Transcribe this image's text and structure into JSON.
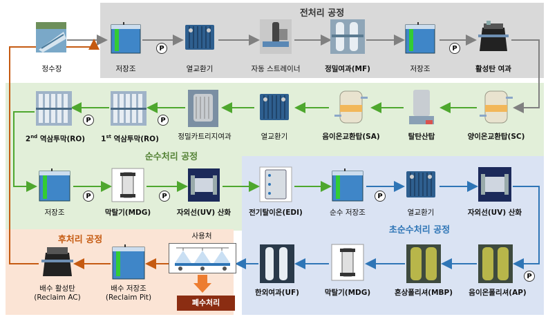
{
  "sections": {
    "pre": "전처리 공정",
    "pure": "순수처리 공정",
    "ultra": "초순수처리 공정",
    "post": "후처리 공정"
  },
  "pump_symbol": "P",
  "colors": {
    "pre": "#d9d9d9",
    "pure": "#e2efd9",
    "ultra": "#dae3f3",
    "post": "#fbe4d5",
    "arrow_gray": "#808080",
    "arrow_green": "#4ea72e",
    "arrow_blue": "#2e75b6",
    "arrow_orange": "#c55a11",
    "ultra_title": "#2e75b6",
    "post_title": "#c55a11",
    "pure_title": "#548235"
  },
  "pre_row": [
    {
      "label": "정수장",
      "bold": false,
      "icon": "water-plant-icon"
    },
    {
      "label": "저장조",
      "bold": false,
      "icon": "tank-icon"
    },
    {
      "label": "열교환기",
      "bold": false,
      "icon": "heat-exchanger-icon"
    },
    {
      "label": "자동 스트레이너",
      "bold": false,
      "icon": "strainer-icon"
    },
    {
      "label": "정밀여과(MF)",
      "bold": true,
      "icon": "filter-housing-icon"
    },
    {
      "label": "저장조",
      "bold": false,
      "icon": "tank-icon"
    },
    {
      "label": "활성탄 여과",
      "bold": true,
      "icon": "carbon-filter-icon"
    }
  ],
  "pure_row1": [
    {
      "label_main": "2nd 역삼투막(RO)",
      "sup": "nd",
      "pre": "2",
      "post": " 역삼투막(RO)",
      "bold": true,
      "icon": "ro-rack-icon"
    },
    {
      "label_main": "1st 역삼투막(RO)",
      "sup": "st",
      "pre": "1",
      "post": " 역삼투막(RO)",
      "bold": true,
      "icon": "ro-rack-icon"
    },
    {
      "label": "정밀카트리지여과",
      "bold": false,
      "icon": "cartridge-filter-icon"
    },
    {
      "label": "열교환기",
      "bold": false,
      "icon": "heat-exchanger-icon"
    },
    {
      "label": "음이온교환탑(SA)",
      "bold": true,
      "icon": "ion-exchange-tower-icon"
    },
    {
      "label": "탈탄산탑",
      "bold": true,
      "icon": "decarbonator-icon"
    },
    {
      "label": "양이온교환탑(SC)",
      "bold": true,
      "icon": "ion-exchange-tower-icon"
    }
  ],
  "pure_row2": [
    {
      "label": "저장조",
      "bold": false,
      "icon": "tank-icon"
    },
    {
      "label": "막탈기(MDG)",
      "bold": true,
      "icon": "membrane-degasser-icon"
    },
    {
      "label": "자외선(UV) 산화",
      "bold": true,
      "icon": "uv-unit-icon"
    },
    {
      "label": "전기탈이온(EDI)",
      "bold": true,
      "icon": "edi-module-icon"
    }
  ],
  "ultra_row1": [
    {
      "label": "순수 저장조",
      "bold": false,
      "icon": "tank-icon"
    },
    {
      "label": "열교환기",
      "bold": false,
      "icon": "heat-exchanger-icon"
    },
    {
      "label": "자외선(UV) 산화",
      "bold": true,
      "icon": "uv-unit-icon"
    }
  ],
  "ultra_row2": [
    {
      "label": "한외여과(UF)",
      "bold": true,
      "icon": "uf-housing-icon"
    },
    {
      "label": "막탈기(MDG)",
      "bold": true,
      "icon": "membrane-degasser-icon"
    },
    {
      "label": "혼상폴리셔(MBP)",
      "bold": true,
      "icon": "polisher-vessel-icon"
    },
    {
      "label": "음이온폴리셔(AP)",
      "bold": true,
      "icon": "polisher-vessel-icon"
    }
  ],
  "post_row": [
    {
      "label": "배수 활성탄",
      "sub": "(Reclaim AC)",
      "icon": "carbon-filter-icon"
    },
    {
      "label": "배수 저장조",
      "sub": "(Reclaim Pit)",
      "icon": "tank-icon"
    }
  ],
  "user": {
    "label": "사용처",
    "icon": "spray-nozzle-icon"
  },
  "waste": {
    "label": "폐수처리"
  }
}
